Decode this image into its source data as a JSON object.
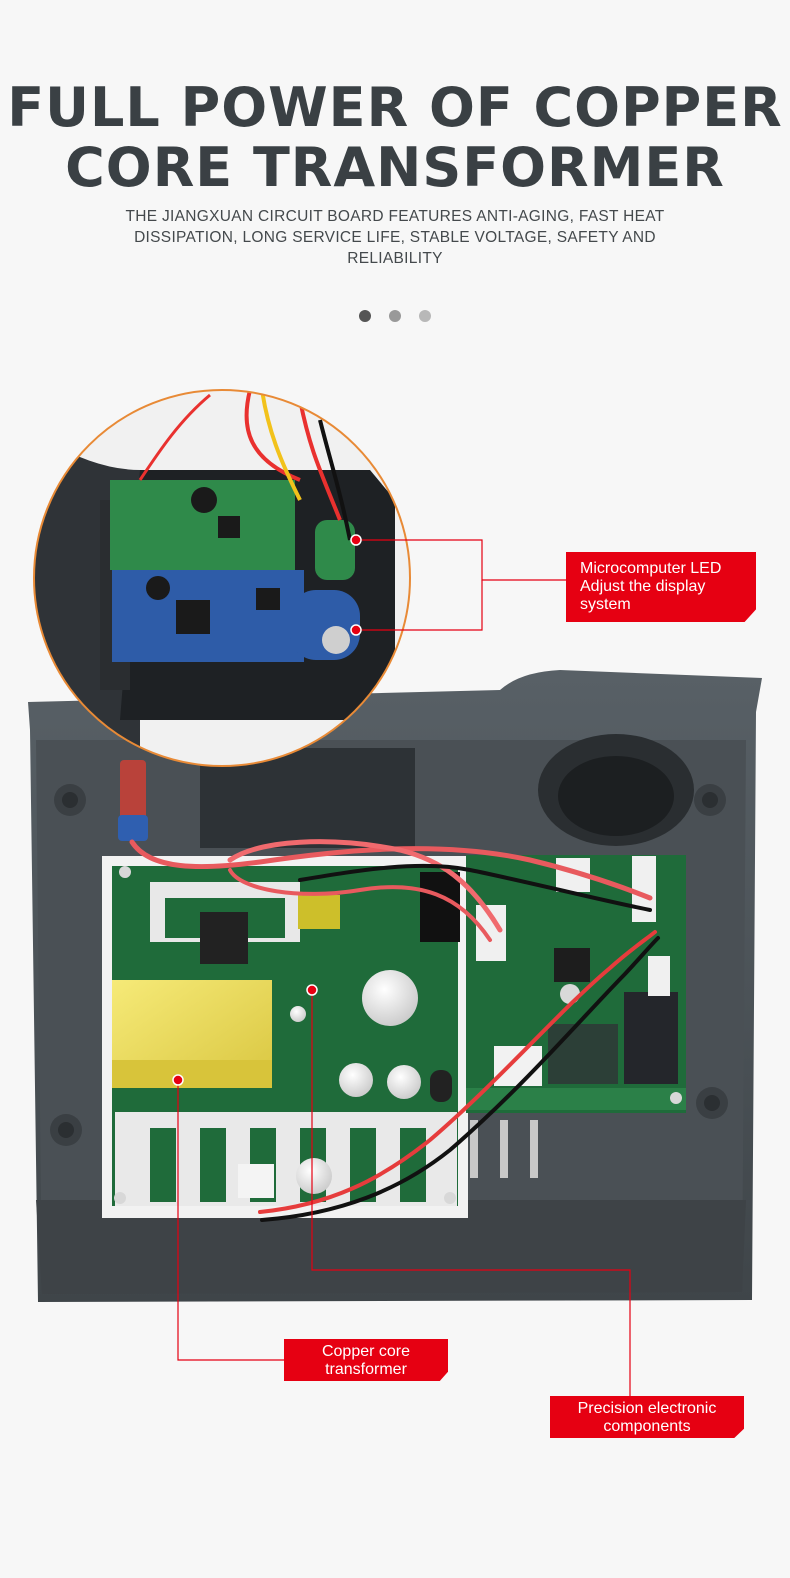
{
  "headline": {
    "line1": "FULL POWER OF COPPER",
    "line2": "CORE TRANSFORMER"
  },
  "subheadline": "THE JIANGXUAN CIRCUIT BOARD FEATURES ANTI-AGING, FAST HEAT DISSIPATION, LONG SERVICE LIFE, STABLE VOLTAGE, SAFETY AND RELIABILITY",
  "carousel": {
    "count": 3,
    "active_index": 0
  },
  "callouts": {
    "led": {
      "lines": [
        "Microcomputer LED",
        "Adjust the display",
        "system"
      ]
    },
    "transformer": {
      "lines": [
        "Copper core",
        "transformer"
      ]
    },
    "precision": {
      "lines": [
        "Precision electronic",
        "components"
      ]
    }
  },
  "colors": {
    "accent_red": "#e60012",
    "heading": "#3a4044",
    "case_gray": "#4b5156",
    "pcb_green": "#1f6b3a",
    "pcb_blue": "#2e5ca8",
    "transformer_yellow": "#f0e15c",
    "inset_border": "#e88a36"
  },
  "icons": [
    "carousel-dot-icon",
    "leader-dot-icon"
  ]
}
